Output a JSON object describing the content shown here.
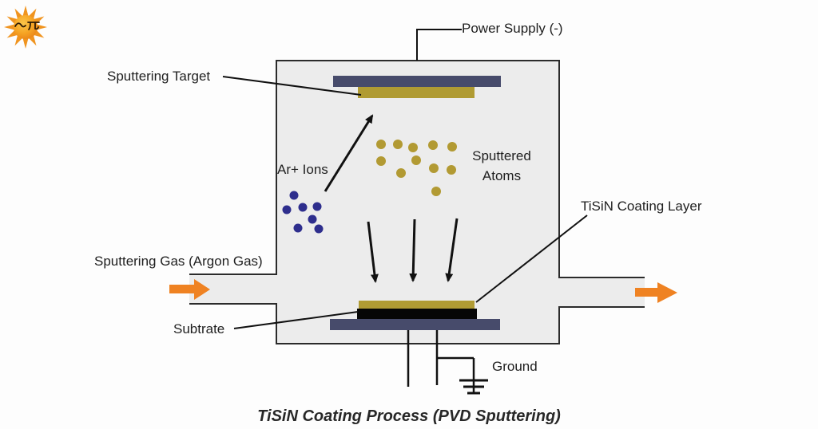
{
  "title": "TiSiN Coating Process (PVD Sputtering)",
  "labels": {
    "power_supply": "Power Supply (-)",
    "sputtering_target": "Sputtering Target",
    "ar_ions": "Ar+ Ions",
    "sputtered_atoms_line1": "Sputtered",
    "sputtered_atoms_line2": "Atoms",
    "tisin_coating_layer": "TiSiN Coating Layer",
    "sputtering_gas": "Sputtering Gas (Argon Gas)",
    "substrate": "Subtrate",
    "ground": "Ground"
  },
  "colors": {
    "chamber_fill": "#ececec",
    "outline": "#2b2b2b",
    "electrode_navy": "#474b6b",
    "target_gold": "#b09b33",
    "atom_gold": "#b29a33",
    "ion_blue": "#2e2e8d",
    "substrate_black": "#060606",
    "flow_orange": "#ef8222",
    "logo_orange": "#f0941f",
    "logo_yellow": "#f9b426"
  }
}
